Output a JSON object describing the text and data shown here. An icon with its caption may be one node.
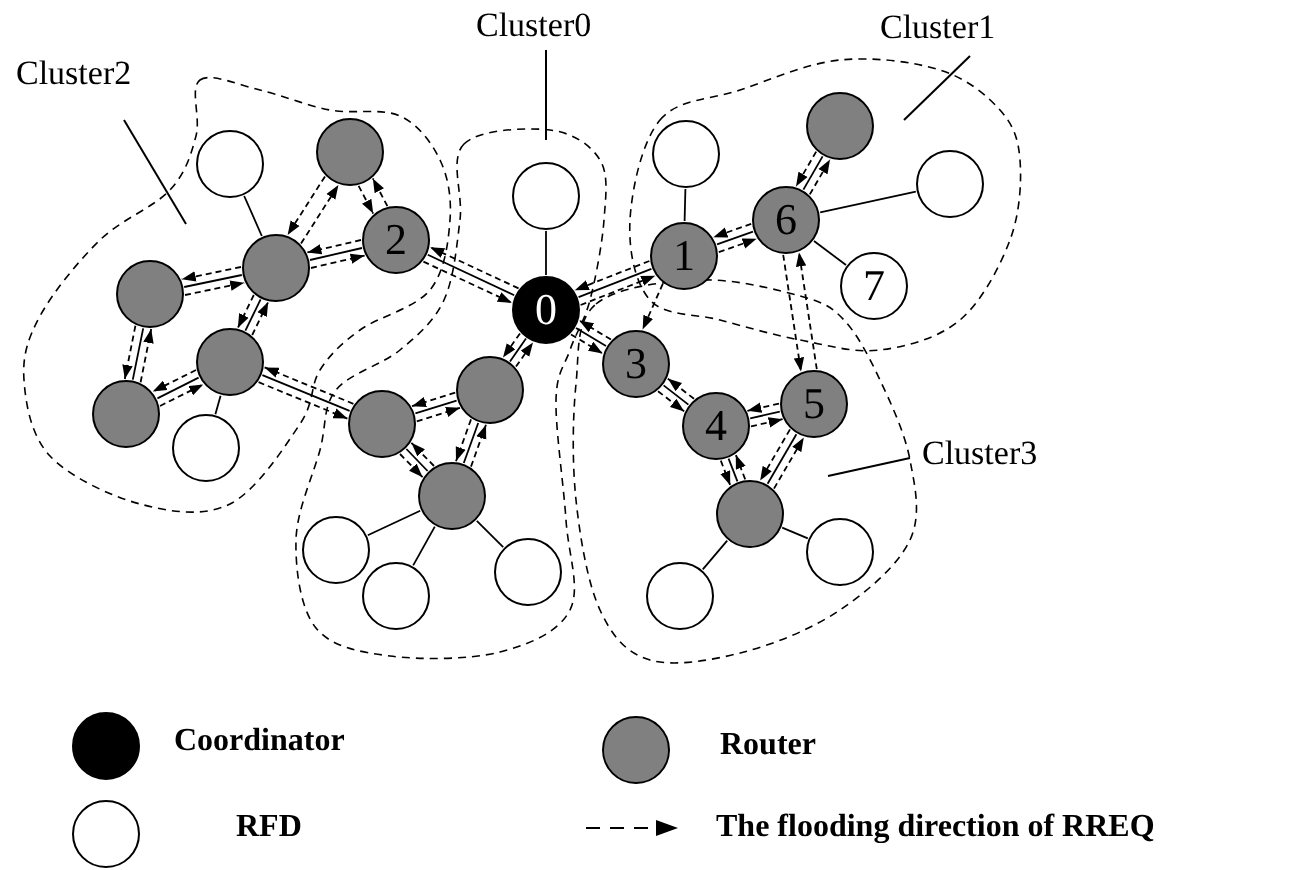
{
  "diagram": {
    "nodes": [
      {
        "text": [
          "Cluster2"
        ]
      },
      {
        "text": [
          "Cluster0"
        ]
      },
      {
        "text": [
          "Cluster1"
        ]
      },
      {
        "text": [
          "Cluster3"
        ]
      },
      {
        "text": [],
        "shape": "circle",
        "in": 0
      },
      {
        "text": [],
        "shape": "circle",
        "in": 0
      },
      {
        "text": [
          "2"
        ],
        "in": 0
      },
      {
        "text": [],
        "shape": "circle",
        "in": 0
      },
      {
        "text": [],
        "shape": "circle",
        "in": 0
      },
      {
        "text": [],
        "shape": "circle",
        "in": 0
      },
      {
        "text": [],
        "shape": "circle",
        "in": 0
      },
      {
        "text": [],
        "shape": "circle",
        "in": 0
      },
      {
        "text": [],
        "shape": "circle",
        "in": 1
      },
      {
        "text": [
          "0"
        ],
        "in": 1
      },
      {
        "text": [],
        "shape": "circle",
        "in": 1
      },
      {
        "text": [],
        "shape": "circle",
        "in": 1
      },
      {
        "text": [],
        "shape": "circle",
        "in": 1
      },
      {
        "text": [],
        "shape": "circle",
        "in": 1
      },
      {
        "text": [],
        "shape": "circle",
        "in": 1
      },
      {
        "text": [],
        "shape": "circle",
        "in": 1
      },
      {
        "text": [],
        "shape": "circle",
        "in": 2
      },
      {
        "text": [],
        "shape": "circle",
        "in": 2
      },
      {
        "text": [
          "1"
        ],
        "in": 2
      },
      {
        "text": [
          "6"
        ],
        "in": 2
      },
      {
        "text": [],
        "shape": "circle",
        "in": 2
      },
      {
        "text": [
          "7"
        ],
        "in": 2
      },
      {
        "text": [
          "3"
        ],
        "in": 3
      },
      {
        "text": [
          "5"
        ],
        "in": 3
      },
      {
        "text": [
          "4"
        ],
        "in": 3
      },
      {
        "text": [],
        "shape": "circle",
        "in": 3
      },
      {
        "text": [],
        "shape": "circle",
        "in": 3
      },
      {
        "text": [],
        "shape": "circle",
        "in": 3
      }
    ],
    "edges": [
      {
        "from": 13,
        "to": 6,
        "arrow": "none"
      },
      {
        "from": 13,
        "to": 6,
        "arrow": "to",
        "style": "dashed"
      },
      {
        "from": 6,
        "to": 13,
        "arrow": "to",
        "style": "dashed"
      },
      {
        "from": 6,
        "to": 7,
        "arrow": "none"
      },
      {
        "from": 6,
        "to": 7,
        "arrow": "to",
        "style": "dashed"
      },
      {
        "from": 7,
        "to": 6,
        "arrow": "to",
        "style": "dashed"
      },
      {
        "from": 7,
        "to": 8,
        "arrow": "none"
      },
      {
        "from": 7,
        "to": 8,
        "arrow": "to",
        "style": "dashed"
      },
      {
        "from": 8,
        "to": 7,
        "arrow": "to",
        "style": "dashed"
      },
      {
        "from": 7,
        "to": 9,
        "arrow": "none"
      },
      {
        "from": 7,
        "to": 9,
        "arrow": "to",
        "style": "dashed"
      },
      {
        "from": 9,
        "to": 7,
        "arrow": "to",
        "style": "dashed"
      },
      {
        "from": 8,
        "to": 10,
        "arrow": "none"
      },
      {
        "from": 8,
        "to": 10,
        "arrow": "to",
        "style": "dashed"
      },
      {
        "from": 10,
        "to": 8,
        "arrow": "to",
        "style": "dashed"
      },
      {
        "from": 9,
        "to": 10,
        "arrow": "none"
      },
      {
        "from": 9,
        "to": 10,
        "arrow": "to",
        "style": "dashed"
      },
      {
        "from": 10,
        "to": 9,
        "arrow": "to",
        "style": "dashed"
      },
      {
        "from": 9,
        "to": 15,
        "arrow": "none"
      },
      {
        "from": 9,
        "to": 15,
        "arrow": "to",
        "style": "dashed"
      },
      {
        "from": 15,
        "to": 9,
        "arrow": "to",
        "style": "dashed"
      },
      {
        "from": 13,
        "to": 14,
        "arrow": "none"
      },
      {
        "from": 13,
        "to": 14,
        "arrow": "to",
        "style": "dashed"
      },
      {
        "from": 14,
        "to": 13,
        "arrow": "to",
        "style": "dashed"
      },
      {
        "from": 14,
        "to": 15,
        "arrow": "none"
      },
      {
        "from": 14,
        "to": 15,
        "arrow": "to",
        "style": "dashed"
      },
      {
        "from": 15,
        "to": 14,
        "arrow": "to",
        "style": "dashed"
      },
      {
        "from": 14,
        "to": 16,
        "arrow": "none"
      },
      {
        "from": 14,
        "to": 16,
        "arrow": "to",
        "style": "dashed"
      },
      {
        "from": 16,
        "to": 14,
        "arrow": "to",
        "style": "dashed"
      },
      {
        "from": 15,
        "to": 16,
        "arrow": "none"
      },
      {
        "from": 15,
        "to": 16,
        "arrow": "to",
        "style": "dashed"
      },
      {
        "from": 16,
        "to": 15,
        "arrow": "to",
        "style": "dashed"
      },
      {
        "from": 13,
        "to": 22,
        "arrow": "none"
      },
      {
        "from": 13,
        "to": 22,
        "arrow": "to",
        "style": "dashed"
      },
      {
        "from": 22,
        "to": 13,
        "arrow": "to",
        "style": "dashed"
      },
      {
        "from": 22,
        "to": 23,
        "arrow": "none"
      },
      {
        "from": 22,
        "to": 23,
        "arrow": "to",
        "style": "dashed"
      },
      {
        "from": 23,
        "to": 22,
        "arrow": "to",
        "style": "dashed"
      },
      {
        "from": 23,
        "to": 21,
        "arrow": "none"
      },
      {
        "from": 23,
        "to": 21,
        "arrow": "to",
        "style": "dashed"
      },
      {
        "from": 21,
        "to": 23,
        "arrow": "to",
        "style": "dashed"
      },
      {
        "from": 13,
        "to": 26,
        "arrow": "none"
      },
      {
        "from": 13,
        "to": 26,
        "arrow": "to",
        "style": "dashed"
      },
      {
        "from": 26,
        "to": 13,
        "arrow": "to",
        "style": "dashed"
      },
      {
        "from": 26,
        "to": 28,
        "arrow": "none"
      },
      {
        "from": 26,
        "to": 28,
        "arrow": "to",
        "style": "dashed"
      },
      {
        "from": 28,
        "to": 26,
        "arrow": "to",
        "style": "dashed"
      },
      {
        "from": 28,
        "to": 27,
        "arrow": "none"
      },
      {
        "from": 28,
        "to": 27,
        "arrow": "to",
        "style": "dashed"
      },
      {
        "from": 27,
        "to": 28,
        "arrow": "to",
        "style": "dashed"
      },
      {
        "from": 28,
        "to": 29,
        "arrow": "none"
      },
      {
        "from": 28,
        "to": 29,
        "arrow": "to",
        "style": "dashed"
      },
      {
        "from": 29,
        "to": 28,
        "arrow": "to",
        "style": "dashed"
      },
      {
        "from": 27,
        "to": 29,
        "arrow": "none"
      },
      {
        "from": 27,
        "to": 29,
        "arrow": "to",
        "style": "dashed"
      },
      {
        "from": 29,
        "to": 27,
        "arrow": "to",
        "style": "dashed"
      },
      {
        "from": 5,
        "to": 7,
        "arrow": "to",
        "style": "dashed"
      },
      {
        "from": 7,
        "to": 5,
        "arrow": "to",
        "style": "dashed"
      },
      {
        "from": 5,
        "to": 6,
        "arrow": "to",
        "style": "dashed"
      },
      {
        "from": 6,
        "to": 5,
        "arrow": "to",
        "style": "dashed"
      },
      {
        "from": 23,
        "to": 27,
        "arrow": "to",
        "style": "dashed"
      },
      {
        "from": 27,
        "to": 23,
        "arrow": "to",
        "style": "dashed"
      },
      {
        "from": 22,
        "to": 26,
        "arrow": "to",
        "style": "dashed"
      },
      {
        "from": 4,
        "to": 7,
        "arrow": "none"
      },
      {
        "from": 9,
        "to": 11,
        "arrow": "none"
      },
      {
        "from": 12,
        "to": 13,
        "arrow": "none"
      },
      {
        "from": 16,
        "to": 17,
        "arrow": "none"
      },
      {
        "from": 16,
        "to": 18,
        "arrow": "none"
      },
      {
        "from": 16,
        "to": 19,
        "arrow": "none"
      },
      {
        "from": 20,
        "to": 22,
        "arrow": "none"
      },
      {
        "from": 23,
        "to": 24,
        "arrow": "none"
      },
      {
        "from": 23,
        "to": 25,
        "arrow": "none"
      },
      {
        "from": 29,
        "to": 30,
        "arrow": "none"
      },
      {
        "from": 29,
        "to": 31,
        "arrow": "none"
      }
    ],
    "legend": [
      {
        "text": "Coordinator",
        "color": "#000000"
      },
      {
        "text": "Router",
        "color": "#808080"
      },
      {
        "text": "RFD",
        "color": "#ffffff"
      },
      {
        "text": "The flooding direction of RREQ"
      }
    ]
  }
}
